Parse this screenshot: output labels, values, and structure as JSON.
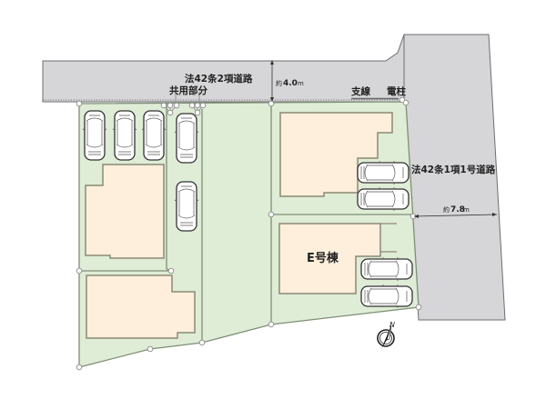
{
  "plan": {
    "road_north": {
      "label": "法42条2項道路",
      "width_label_prefix": "約",
      "width_label_value": "4.0",
      "width_label_unit": "m"
    },
    "road_east": {
      "label": "法42条1項1号道路",
      "width_label_prefix": "約",
      "width_label_value": "7.8",
      "width_label_unit": "m"
    },
    "shared_area_label": "共用部分",
    "guy_wire_label": "支線",
    "utility_pole_label": "電柱",
    "highlighted_building_label": "E号棟",
    "north_label": "N",
    "colors": {
      "road": "#d6d6d8",
      "lot": "#dfecd6",
      "house": "#fdefdc",
      "boundary": "#7f8f77"
    }
  }
}
